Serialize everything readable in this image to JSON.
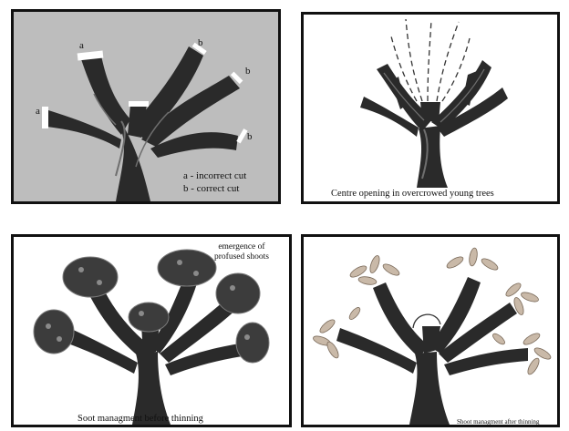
{
  "panels": [
    {
      "id": "pruning-cuts",
      "background": "#bdbdbd",
      "cut_labels": {
        "incorrect_marker": "a",
        "correct_marker": "b"
      },
      "legend": [
        "a - incorrect cut",
        "b - correct cut"
      ]
    },
    {
      "id": "centre-opening",
      "caption": "Centre opening in overcrowed young trees"
    },
    {
      "id": "before-thinning",
      "caption": "Soot managment before thinning",
      "annotation": [
        "emergence of",
        "profused shoots"
      ]
    },
    {
      "id": "after-thinning",
      "caption": "Shoot managment after thinning"
    }
  ],
  "colors": {
    "trunk": "#2a2a2a",
    "bark_highlight": "#6e6e6e",
    "foliage": "#3c3c3c",
    "leaves": "#c9b9a8",
    "cut_white": "#ffffff"
  }
}
